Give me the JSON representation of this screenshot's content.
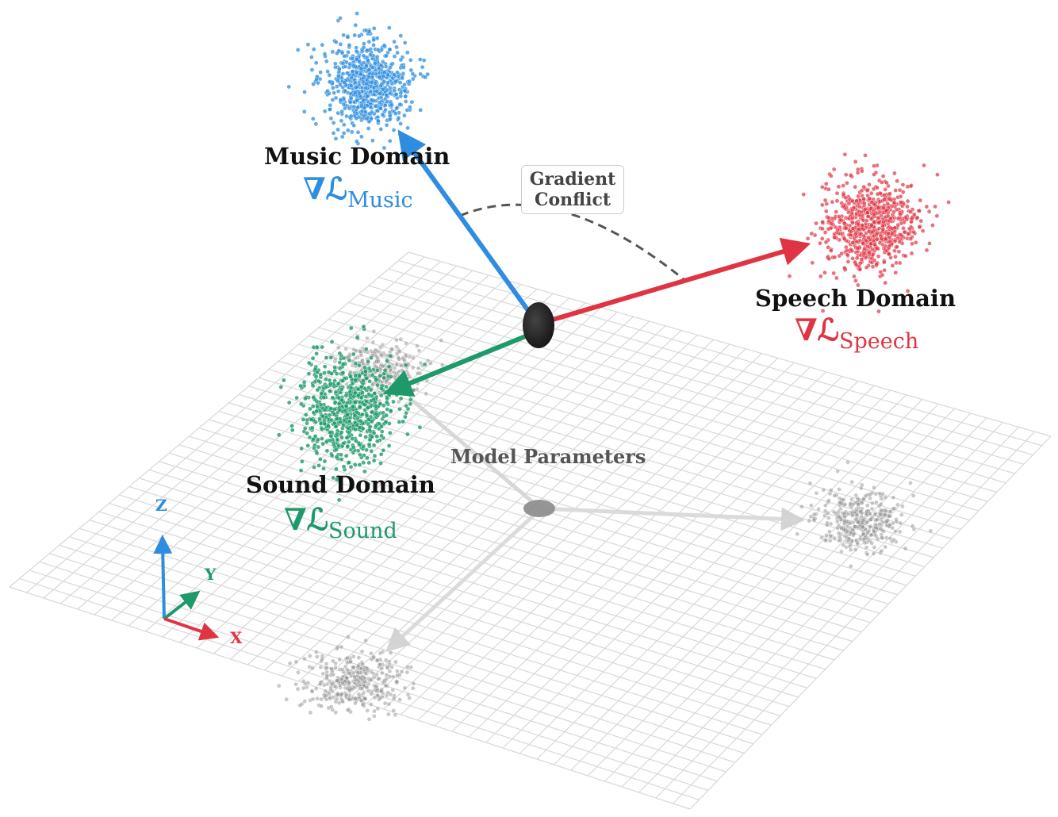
{
  "colors": {
    "music": "#2e8de0",
    "speech": "#e03444",
    "sound": "#1e9a6a",
    "shadow": "#888888",
    "grid": "#d8d8d8"
  },
  "domains": {
    "music": {
      "title": "Music Domain",
      "grad_symbol": "∇ℒ",
      "grad_sub": "Music"
    },
    "speech": {
      "title": "Speech Domain",
      "grad_symbol": "∇ℒ",
      "grad_sub": "Speech"
    },
    "sound": {
      "title": "Sound Domain",
      "grad_symbol": "∇ℒ",
      "grad_sub": "Sound"
    }
  },
  "conflict_label": {
    "line1": "Gradient",
    "line2": "Conflict"
  },
  "model_label": "Model Parameters",
  "axes": {
    "z": "Z",
    "y": "Y",
    "x": "X"
  }
}
